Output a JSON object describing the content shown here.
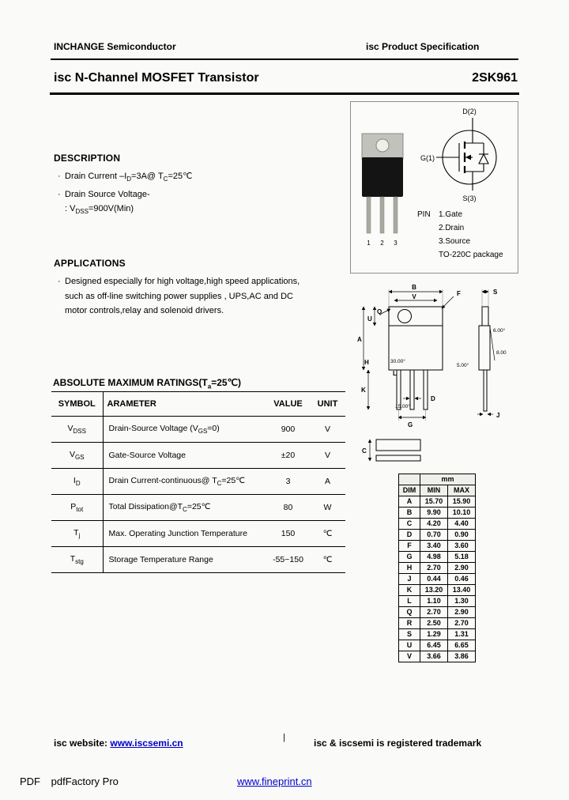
{
  "colors": {
    "link": "#0000cc",
    "rule": "#000000",
    "page_bg": "#fafaf8"
  },
  "header": {
    "left": "INCHANGE Semiconductor",
    "right_brand": "isc",
    "right_text": " Product Specification"
  },
  "titlebar": {
    "title": "isc N-Channel MOSFET Transistor",
    "part": "2SK961"
  },
  "description": {
    "heading": "DESCRIPTION",
    "bullet": "·",
    "line1_pre": "Drain Current –I",
    "line1_sub1": "D",
    "line1_mid": "=3A@ T",
    "line1_sub2": "C",
    "line1_post": "=25℃",
    "line2": "Drain Source Voltage-",
    "line3_pre": ": V",
    "line3_sub": "DSS",
    "line3_post": "=900V(Min)"
  },
  "applications": {
    "heading": "APPLICATIONS",
    "bullet": "·",
    "lines": [
      "Designed especially for high voltage,high speed applications,",
      "such as off-line switching power supplies , UPS,AC and DC",
      "motor controls,relay and solenoid drivers."
    ]
  },
  "package": {
    "terminals": {
      "drain": "D(2)",
      "gate": "G(1)",
      "source": "S(3)"
    },
    "leg_numbers": [
      "1",
      "2",
      "3"
    ],
    "pin_label": "PIN",
    "pin_items": [
      "1.Gate",
      "2.Drain",
      "3.Source"
    ],
    "package_name": "TO-220C package"
  },
  "mech": {
    "labels": {
      "B": "B",
      "V": "V",
      "F": "F",
      "Q": "Q",
      "U": "U",
      "A": "A",
      "H": "H",
      "L": "L",
      "K": "K",
      "D": "D",
      "G": "G",
      "C": "C",
      "S": "S",
      "J": "J"
    },
    "angles": {
      "deg30": "30.00°",
      "deg15": "15.00°",
      "deg5": "5.00°",
      "deg6": "6.00°",
      "val8": "8.00"
    }
  },
  "ratings": {
    "title_pre": "ABSOLUTE MAXIMUM RATINGS(T",
    "title_sub": "a",
    "title_post": "=25℃)",
    "headers": [
      "SYMBOL",
      "ARAMETER",
      "VALUE",
      "UNIT"
    ],
    "rows": [
      {
        "sym": "V",
        "sub": "DSS",
        "param": [
          [
            "t",
            "Drain-Source Voltage (V"
          ],
          [
            "s",
            "GS"
          ],
          [
            "t",
            "=0)"
          ]
        ],
        "value": "900",
        "unit": "V"
      },
      {
        "sym": "V",
        "sub": "GS",
        "param": [
          [
            "t",
            "Gate-Source Voltage"
          ]
        ],
        "value": "±20",
        "unit": "V"
      },
      {
        "sym": "I",
        "sub": "D",
        "param": [
          [
            "t",
            "Drain Current-continuous@ T"
          ],
          [
            "s",
            "C"
          ],
          [
            "t",
            "=25℃"
          ]
        ],
        "value": "3",
        "unit": "A"
      },
      {
        "sym": "P",
        "sub": "tot",
        "param": [
          [
            "t",
            "Total Dissipation@T"
          ],
          [
            "s",
            "C"
          ],
          [
            "t",
            "=25℃"
          ]
        ],
        "value": "80",
        "unit": "W"
      },
      {
        "sym": "T",
        "sub": "j",
        "param": [
          [
            "t",
            "Max. Operating Junction Temperature"
          ]
        ],
        "value": "150",
        "unit": "℃"
      },
      {
        "sym": "T",
        "sub": "stg",
        "param": [
          [
            "t",
            "Storage Temperature Range"
          ]
        ],
        "value": "-55~150",
        "unit": "℃"
      }
    ]
  },
  "dims": {
    "unit_header": "mm",
    "col_headers": [
      "DIM",
      "MIN",
      "MAX"
    ],
    "rows": [
      [
        "A",
        "15.70",
        "15.90"
      ],
      [
        "B",
        "9.90",
        "10.10"
      ],
      [
        "C",
        "4.20",
        "4.40"
      ],
      [
        "D",
        "0.70",
        "0.90"
      ],
      [
        "F",
        "3.40",
        "3.60"
      ],
      [
        "G",
        "4.98",
        "5.18"
      ],
      [
        "H",
        "2.70",
        "2.90"
      ],
      [
        "J",
        "0.44",
        "0.46"
      ],
      [
        "K",
        "13.20",
        "13.40"
      ],
      [
        "L",
        "1.10",
        "1.30"
      ],
      [
        "Q",
        "2.70",
        "2.90"
      ],
      [
        "R",
        "2.50",
        "2.70"
      ],
      [
        "S",
        "1.29",
        "1.31"
      ],
      [
        "U",
        "6.45",
        "6.65"
      ],
      [
        "V",
        "3.66",
        "3.86"
      ]
    ]
  },
  "footer": {
    "website_label": "isc website:",
    "website_url": "www.iscsemi.cn",
    "separator": "|",
    "trademark": "isc & iscsemi is registered trademark",
    "pdf_prefix": "PDF",
    "pdf_tool": "pdfFactory Pro",
    "pdf_link": "www.fineprint.cn"
  }
}
